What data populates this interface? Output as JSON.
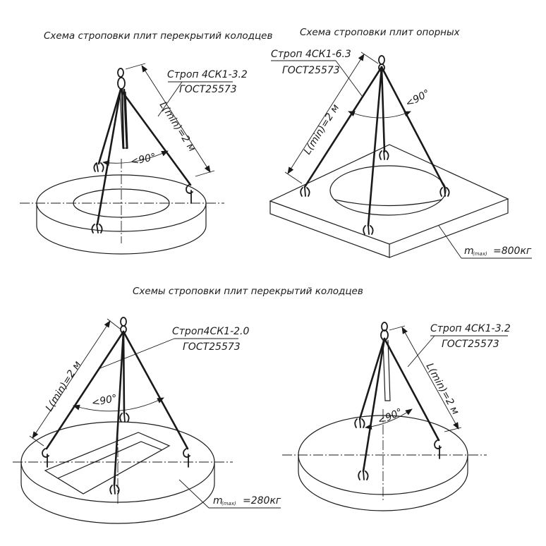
{
  "titles": {
    "top_left": "Схема строповки  плит перекрытий  колодцев",
    "top_right": "Схема строповки плит опорных",
    "bottom": "Схемы строповки плит перекрытий  колодцев"
  },
  "diagrams": {
    "d1": {
      "sling": "Строп 4СК1-3.2",
      "gost": "ГОСТ25573",
      "length": "L(min)=2 м",
      "angle": "<90°"
    },
    "d2": {
      "sling": "Строп 4СК1-6.3",
      "gost": "ГОСТ25573",
      "length": "L(min)=2 м",
      "angle": "<90°",
      "mass_m": "m",
      "mass_sub": "(max)",
      "mass_val": "=800кг"
    },
    "d3": {
      "sling": "Строп4СК1-2.0",
      "gost": "ГОСТ25573",
      "length": "L(min)=2 м",
      "angle": "<90°",
      "mass_m": "m",
      "mass_sub": "(max)",
      "mass_val": "=280кг"
    },
    "d4": {
      "sling": "Строп 4СК1-3.2",
      "gost": "ГОСТ25573",
      "length": "L(min)=2 м",
      "angle": "<90°"
    }
  },
  "colors": {
    "ink": "#1a1a1a",
    "paper": "#ffffff"
  }
}
